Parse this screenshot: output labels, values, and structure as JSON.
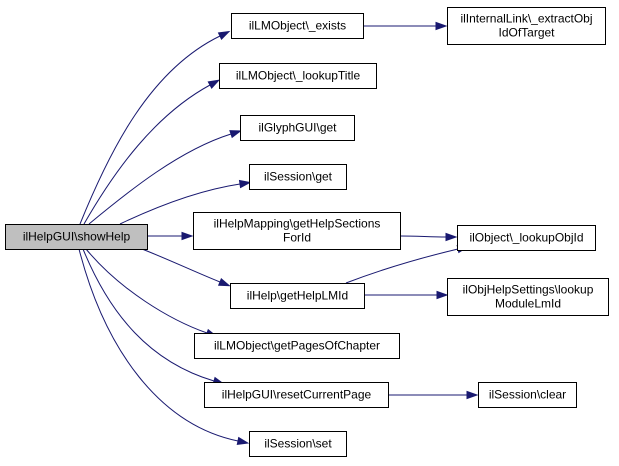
{
  "diagram": {
    "nodes": [
      {
        "id": "root",
        "lines": [
          "ilHelpGUI\\showHelp"
        ]
      },
      {
        "id": "lm_exists",
        "lines": [
          "ilLMObject\\_exists"
        ]
      },
      {
        "id": "extract",
        "lines": [
          "ilInternalLink\\_extractObj",
          "IdOfTarget"
        ]
      },
      {
        "id": "lookup_title",
        "lines": [
          "ilLMObject\\_lookupTitle"
        ]
      },
      {
        "id": "glyph",
        "lines": [
          "ilGlyphGUI\\get"
        ]
      },
      {
        "id": "sess_get",
        "lines": [
          "ilSession\\get"
        ]
      },
      {
        "id": "mapping",
        "lines": [
          "ilHelpMapping\\getHelpSections",
          "ForId"
        ]
      },
      {
        "id": "lookup_objid",
        "lines": [
          "ilObject\\_lookupObjId"
        ]
      },
      {
        "id": "helplm",
        "lines": [
          "ilHelp\\getHelpLMId"
        ]
      },
      {
        "id": "objhelp",
        "lines": [
          "ilObjHelpSettings\\lookup",
          "ModuleLmId"
        ]
      },
      {
        "id": "pages",
        "lines": [
          "ilLMObject\\getPagesOfChapter"
        ]
      },
      {
        "id": "reset",
        "lines": [
          "ilHelpGUI\\resetCurrentPage"
        ]
      },
      {
        "id": "sess_clear",
        "lines": [
          "ilSession\\clear"
        ]
      },
      {
        "id": "sess_set",
        "lines": [
          "ilSession\\set"
        ]
      }
    ],
    "edges": [
      {
        "from": "root",
        "to": "lm_exists"
      },
      {
        "from": "lm_exists",
        "to": "extract"
      },
      {
        "from": "root",
        "to": "lookup_title"
      },
      {
        "from": "root",
        "to": "glyph"
      },
      {
        "from": "root",
        "to": "sess_get"
      },
      {
        "from": "root",
        "to": "mapping"
      },
      {
        "from": "mapping",
        "to": "lookup_objid"
      },
      {
        "from": "root",
        "to": "helplm"
      },
      {
        "from": "helplm",
        "to": "lookup_objid"
      },
      {
        "from": "helplm",
        "to": "objhelp"
      },
      {
        "from": "root",
        "to": "pages"
      },
      {
        "from": "root",
        "to": "reset"
      },
      {
        "from": "reset",
        "to": "sess_clear"
      },
      {
        "from": "root",
        "to": "sess_set"
      }
    ],
    "colors": {
      "edge": "#191970",
      "node_border": "#000000",
      "node_fill": "#ffffff",
      "root_fill": "#bfbfbf"
    }
  }
}
